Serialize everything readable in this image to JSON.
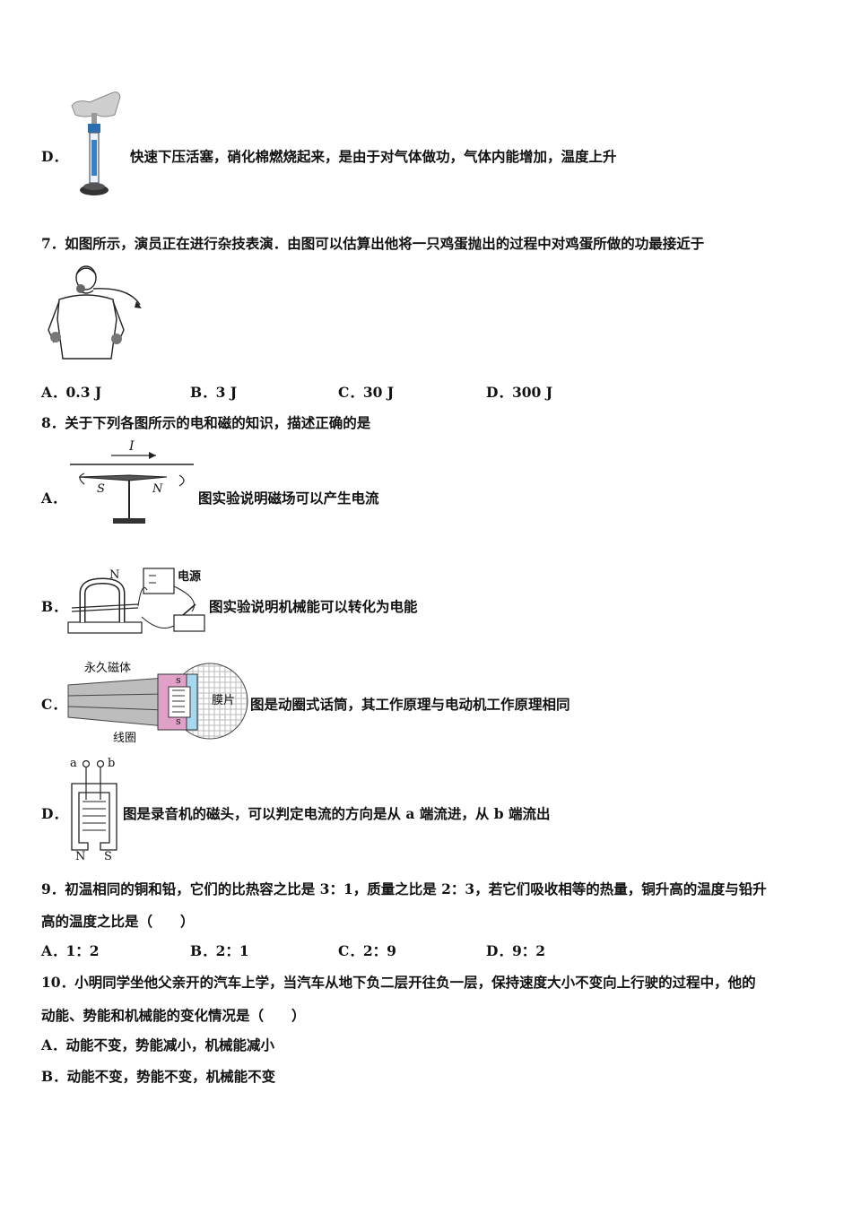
{
  "q6": {
    "d_label": "D．",
    "d_text": "快速下压活塞，硝化棉燃烧起来，是由于对气体做功，气体内能增加，温度上升"
  },
  "q7": {
    "stem": "7．如图所示，演员正在进行杂技表演．由图可以估算出他将一只鸡蛋抛出的过程中对鸡蛋所做的功最接近于",
    "options": [
      "A．0.3 J",
      "B．3 J",
      "C．30 J",
      "D．300 J"
    ]
  },
  "q8": {
    "stem": "8．关于下列各图所示的电和磁的知识，描述正确的是",
    "a_label": "A．",
    "a_text": "图实验说明磁场可以产生电流",
    "a_fig": {
      "current": "I",
      "south": "S",
      "north": "N"
    },
    "b_label": "B．",
    "b_text": "图实验说明机械能可以转化为电能",
    "b_fig": {
      "north": "N",
      "power": "电源"
    },
    "c_label": "C．",
    "c_text": "图是动圈式话筒，其工作原理与电动机工作原理相同",
    "c_fig": {
      "magnet": "永久磁体",
      "diaphragm": "膜片",
      "coil": "线圈",
      "s_top": "s",
      "s_bottom": "s"
    },
    "d_label": "D．",
    "d_text": "图是录音机的磁头，可以判定电流的方向是从 a 端流进，从 b 端流出",
    "d_fig": {
      "a": "a",
      "b": "b",
      "north": "N",
      "south": "S"
    }
  },
  "q9": {
    "stem_line1": "9．初温相同的铜和铅，它们的比热容之比是 3：1，质量之比是 2：3，若它们吸收相等的热量，铜升高的温度与铅升",
    "stem_line2": "高的温度之比是（　　）",
    "options": [
      "A．1：2",
      "B．2：1",
      "C．2：9",
      "D．9：2"
    ]
  },
  "q10": {
    "stem_line1": "10．小明同学坐他父亲开的汽车上学，当汽车从地下负二层开往负一层，保持速度大小不变向上行驶的过程中，他的",
    "stem_line2": "动能、势能和机械能的变化情况是（　　）",
    "options": [
      "A．动能不变，势能减小，机械能减小",
      "B．动能不变，势能不变，机械能不变"
    ]
  }
}
